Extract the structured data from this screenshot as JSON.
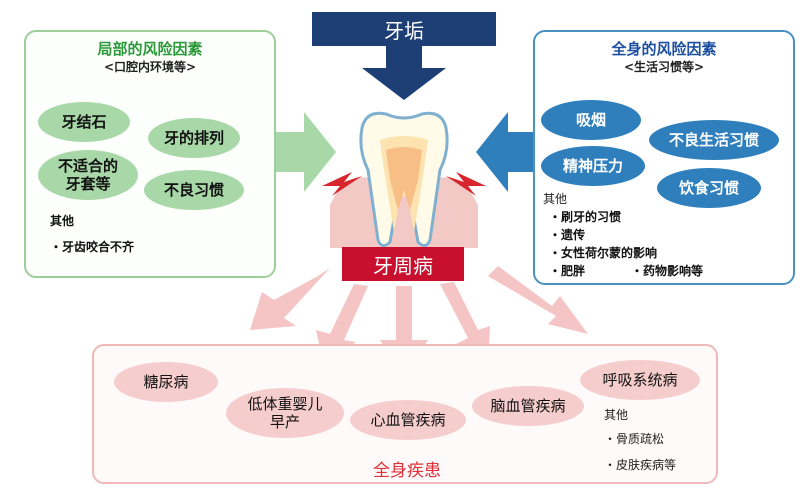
{
  "header": {
    "title": "牙垢"
  },
  "center": {
    "label": "牙周病"
  },
  "local": {
    "title": "局部的风险因素",
    "subtitle": "<口腔内环境等>",
    "ovals": [
      "牙结石",
      "牙的排列",
      "不适合的\n牙套等",
      "不良习惯"
    ],
    "others_label": "其他",
    "others": [
      "・牙齿咬合不齐"
    ]
  },
  "systemic_risk": {
    "title": "全身的风险因素",
    "subtitle": "<生活习惯等>",
    "ovals": [
      "吸烟",
      "不良生活习惯",
      "精神压力",
      "饮食习惯"
    ],
    "others_label": "其他",
    "others": [
      "・刷牙的习惯",
      "・遗传",
      "・女性荷尔蒙的影响",
      "・肥胖",
      "・药物影响等"
    ]
  },
  "diseases": {
    "title": "全身疾患",
    "ovals": [
      "糖尿病",
      "低体重婴儿\n早产",
      "心血管疾病",
      "脑血管疾病",
      "呼吸系统病"
    ],
    "others_label": "其他",
    "others": [
      "・骨质疏松",
      "・皮肤疾病等"
    ]
  },
  "colors": {
    "green": "#a8d8a8",
    "blue": "#2f7fbd",
    "pink": "#f6cdcd",
    "navy": "#1e3e76",
    "red": "#c8102e"
  }
}
